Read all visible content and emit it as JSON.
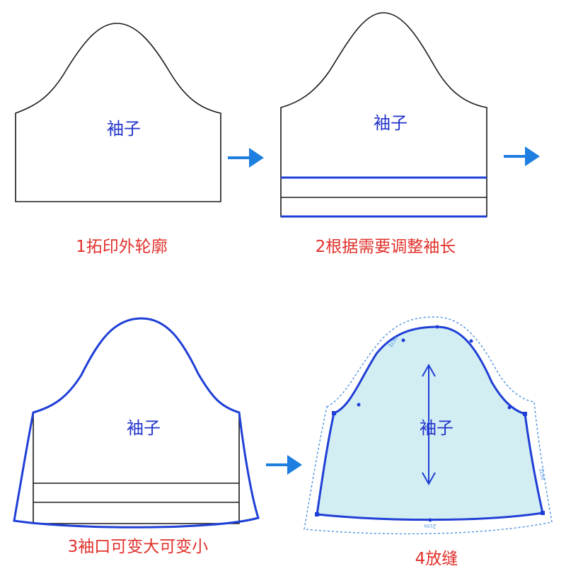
{
  "colors": {
    "outline": "#1a1a1a",
    "blue": "#1f3fd6",
    "label": "#2233cc",
    "caption": "#e0302a",
    "arrow": "#1f7fe0",
    "fill": "#d3eef2",
    "seam": "#4a8fe0"
  },
  "steps": [
    {
      "label": "袖子",
      "caption": "1拓印外轮廓"
    },
    {
      "label": "袖子",
      "caption": "2根据需要调整袖长"
    },
    {
      "label": "袖子",
      "caption": "3袖口可变大可变小"
    },
    {
      "label": "袖子",
      "caption": "4放缝"
    }
  ],
  "seam_notes": [
    "1cm",
    "1cm",
    "2cm"
  ],
  "arrows": [
    "arrow-right-icon",
    "arrow-right-icon",
    "arrow-right-icon"
  ],
  "grainline": "double-arrow-icon"
}
